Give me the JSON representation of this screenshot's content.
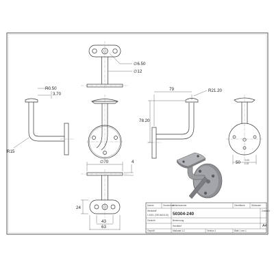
{
  "dimensions": {
    "d_6_50": "∅6.50",
    "d_12": "∅12",
    "r_0_50": "R0.50",
    "d_3_70": "3.70",
    "r_15": "R15",
    "d_79": "79",
    "r_21_20": "R21.20",
    "d_78_20": "78.20",
    "d_70": "∅70",
    "d_4": "4",
    "d_24": "24",
    "d_43": "43",
    "d_63": "63",
    "d_50": "50",
    "tol_plus": "+0.20",
    "tol_minus": "-0.20"
  },
  "title_block": {
    "part_number": "50304-240",
    "sheet_size": "A4",
    "field_1": "Artikelnummer",
    "field_2": "Benennung",
    "field_3": "Werkstoff",
    "field_4": "Maßstab",
    "field_5": "Blatt",
    "field_6": "Gezeichnet",
    "field_7": "Geprüft",
    "field_8": "Oberfläche",
    "field_9": "Zustand",
    "field_10": "Handlauf",
    "field_11": "Gewicht",
    "field_12": "Datum",
    "field_13": "1.4301 (X5CrNi18-10)",
    "field_14": "Maßstab 1:2",
    "field_15": "Version 1",
    "field_16": "Blatt 1 von 1",
    "field_17": "Stückzahl"
  }
}
